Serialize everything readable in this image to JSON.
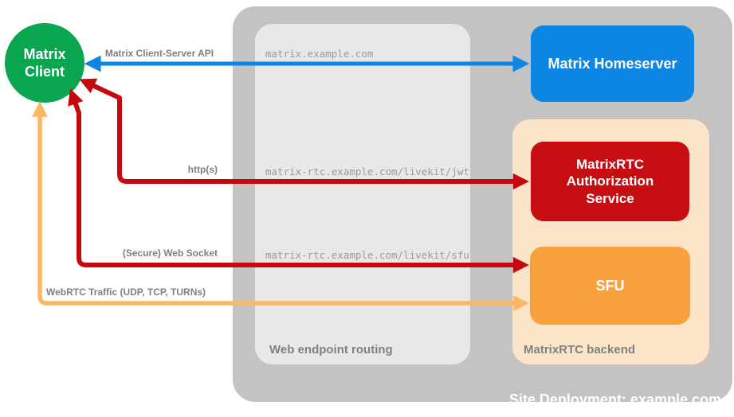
{
  "colors": {
    "green": "#0aa551",
    "blue": "#0d86e3",
    "red": "#c50d12",
    "red-arrow": "#c40a0e",
    "orange": "#f7a23c",
    "orange-light": "#fbb764",
    "gray-outer": "#c3c3c3",
    "gray-inner": "#e8e8e8",
    "peach": "#fce4c9",
    "label-gray": "#808080",
    "url-gray": "#9b9b9b"
  },
  "client": {
    "label": "Matrix Client"
  },
  "homeserver": {
    "label": "Matrix Homeserver"
  },
  "auth_service": {
    "label": "MatrixRTC Authorization Service"
  },
  "sfu": {
    "label": "SFU"
  },
  "routing": {
    "label": "Web endpoint routing",
    "endpoints": [
      "matrix.example.com",
      "matrix-rtc.example.com/livekit/jwt",
      "matrix-rtc.example.com/livekit/sfu"
    ]
  },
  "backend": {
    "label": "MatrixRTC backend"
  },
  "deployment": {
    "label": "Site Deployment: example.com"
  },
  "arrows": {
    "client_server": {
      "label": "Matrix Client-Server API",
      "color": "#0d86e3",
      "from": "Matrix Client",
      "to": "Matrix Homeserver",
      "via": "matrix.example.com",
      "bidirectional": true
    },
    "http": {
      "label": "http(s)",
      "color": "#c40a0e",
      "from": "Matrix Client",
      "to": "MatrixRTC Authorization Service",
      "via": "matrix-rtc.example.com/livekit/jwt",
      "bidirectional": true
    },
    "websocket": {
      "label": "(Secure) Web Socket",
      "color": "#c40a0e",
      "from": "Matrix Client",
      "to": "SFU",
      "via": "matrix-rtc.example.com/livekit/sfu",
      "bidirectional": true
    },
    "webrtc": {
      "label": "WebRTC Traffic (UDP, TCP, TURNs)",
      "color": "#fbb764",
      "from": "Matrix Client",
      "to": "SFU",
      "bidirectional": true
    }
  }
}
